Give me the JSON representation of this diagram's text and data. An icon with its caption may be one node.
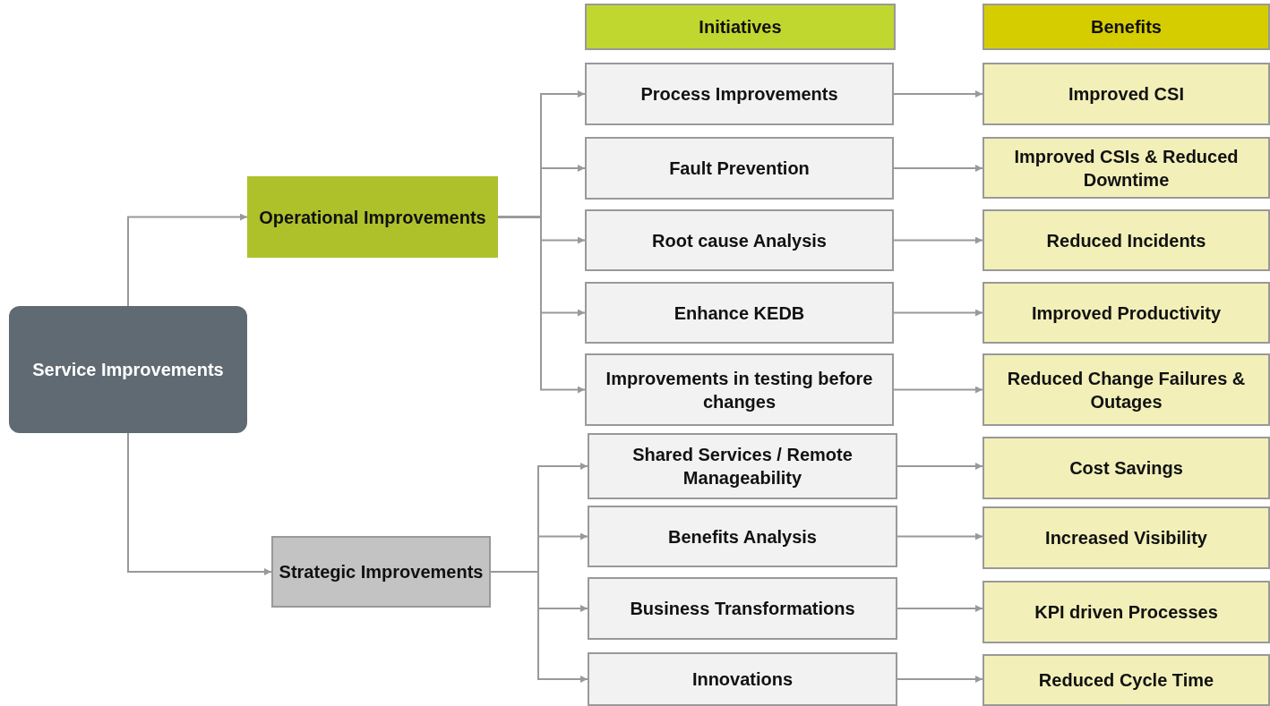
{
  "diagram": {
    "nodes": [
      {
        "text": [
          "Service Improvements"
        ]
      },
      {
        "text": [
          "Operational Improvements"
        ]
      },
      {
        "text": [
          "Strategic Improvements"
        ]
      },
      {
        "text": [
          "Initiatives"
        ]
      },
      {
        "text": [
          "Benefits"
        ]
      },
      {
        "text": [
          "Process Improvements"
        ]
      },
      {
        "text": [
          "Improved CSI"
        ]
      },
      {
        "text": [
          "Fault Prevention"
        ]
      },
      {
        "text": [
          "Improved CSIs & Reduced Downtime"
        ]
      },
      {
        "text": [
          "Root cause Analysis"
        ]
      },
      {
        "text": [
          "Reduced Incidents"
        ]
      },
      {
        "text": [
          "Enhance KEDB"
        ]
      },
      {
        "text": [
          "Improved Productivity"
        ]
      },
      {
        "text": [
          "Improvements in testing before changes"
        ]
      },
      {
        "text": [
          "Reduced Change Failures & Outages"
        ]
      },
      {
        "text": [
          "Shared Services / Remote Manageability"
        ]
      },
      {
        "text": [
          "Cost Savings"
        ]
      },
      {
        "text": [
          "Benefits Analysis"
        ]
      },
      {
        "text": [
          "Increased Visibility"
        ]
      },
      {
        "text": [
          "Business Transformations"
        ]
      },
      {
        "text": [
          "KPI driven Processes"
        ]
      },
      {
        "text": [
          "Innovations"
        ]
      },
      {
        "text": [
          "Reduced Cycle Time"
        ]
      }
    ],
    "edges": [
      {
        "from": 0,
        "to": 1,
        "arrow": "to"
      },
      {
        "from": 0,
        "to": 2,
        "arrow": "to"
      },
      {
        "from": 1,
        "to": 5,
        "arrow": "to"
      },
      {
        "from": 1,
        "to": 7,
        "arrow": "to"
      },
      {
        "from": 1,
        "to": 9,
        "arrow": "to"
      },
      {
        "from": 1,
        "to": 11,
        "arrow": "to"
      },
      {
        "from": 1,
        "to": 13,
        "arrow": "to"
      },
      {
        "from": 2,
        "to": 15,
        "arrow": "to"
      },
      {
        "from": 2,
        "to": 17,
        "arrow": "to"
      },
      {
        "from": 2,
        "to": 19,
        "arrow": "to"
      },
      {
        "from": 2,
        "to": 21,
        "arrow": "to"
      },
      {
        "from": 5,
        "to": 6,
        "arrow": "to"
      },
      {
        "from": 7,
        "to": 8,
        "arrow": "to"
      },
      {
        "from": 9,
        "to": 10,
        "arrow": "to"
      },
      {
        "from": 11,
        "to": 12,
        "arrow": "to"
      },
      {
        "from": 13,
        "to": 14,
        "arrow": "to"
      },
      {
        "from": 15,
        "to": 16,
        "arrow": "to"
      },
      {
        "from": 17,
        "to": 18,
        "arrow": "to"
      },
      {
        "from": 19,
        "to": 20,
        "arrow": "to"
      },
      {
        "from": 21,
        "to": 22,
        "arrow": "to"
      }
    ]
  }
}
